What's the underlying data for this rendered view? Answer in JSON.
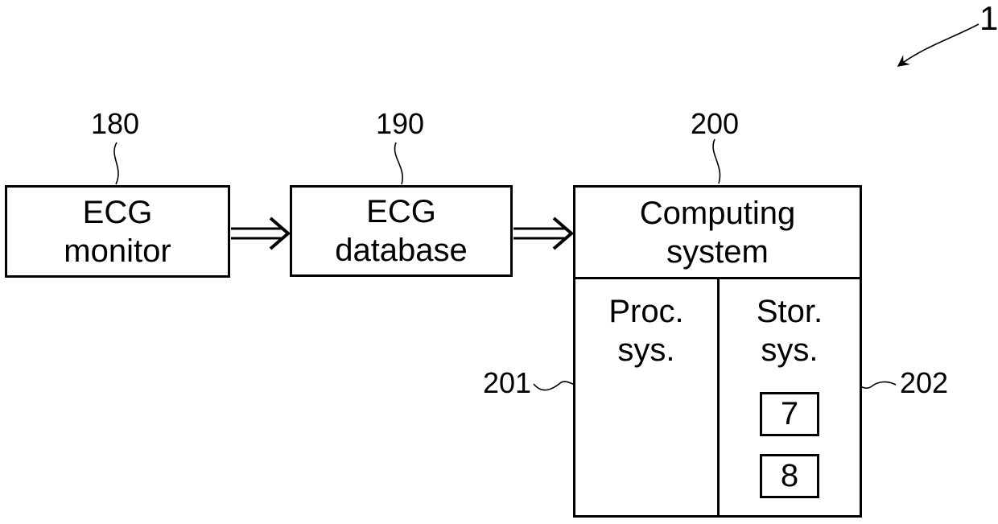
{
  "figure": {
    "ref": "1",
    "type": "block-diagram",
    "background_color": "#ffffff",
    "line_color": "#000000"
  },
  "boxes": {
    "ecg_monitor": {
      "ref": "180",
      "line1": "ECG",
      "line2": "monitor"
    },
    "ecg_database": {
      "ref": "190",
      "line1": "ECG",
      "line2": "database"
    },
    "computing_system": {
      "ref": "200",
      "line1": "Computing",
      "line2": "system"
    },
    "proc_sys": {
      "ref": "201",
      "line1": "Proc.",
      "line2": "sys."
    },
    "stor_sys": {
      "ref": "202",
      "line1": "Stor.",
      "line2": "sys.",
      "modules": [
        "7",
        "8"
      ]
    }
  },
  "connections": [
    {
      "from": "ecg_monitor",
      "to": "ecg_database",
      "style": "double-line-arrow"
    },
    {
      "from": "ecg_database",
      "to": "computing_system",
      "style": "double-line-arrow"
    }
  ]
}
